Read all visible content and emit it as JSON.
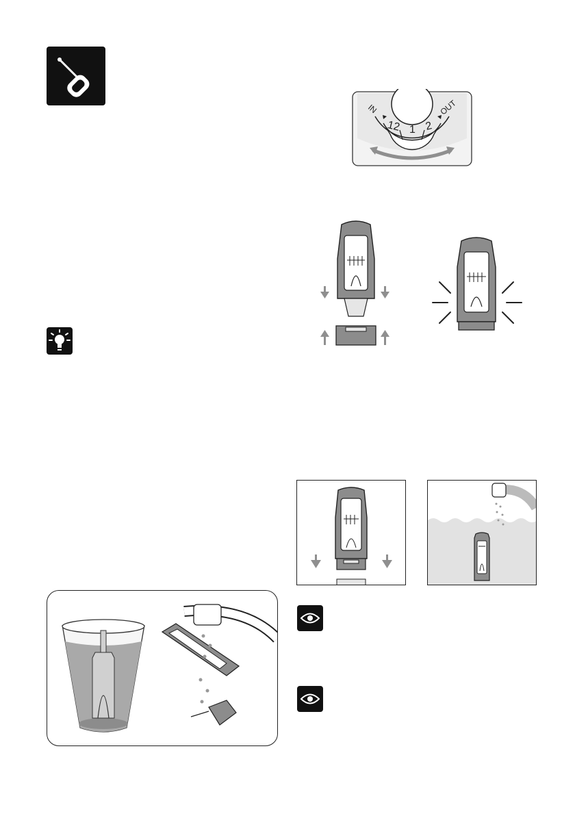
{
  "icons": {
    "tool": "screwdriver-icon",
    "tip": "lightbulb-icon",
    "note1": "eye-icon",
    "note2": "eye-icon"
  },
  "dial": {
    "in_label": "IN",
    "out_label": "OUT",
    "positions": [
      "12",
      "1",
      "2"
    ]
  },
  "colors": {
    "icon_bg": "#111111",
    "filter_gray": "#8c8c8c",
    "water_gray": "#e2e2e2",
    "glass_water": "#a9a9a9",
    "arrow_gray": "#8f8f8f"
  }
}
